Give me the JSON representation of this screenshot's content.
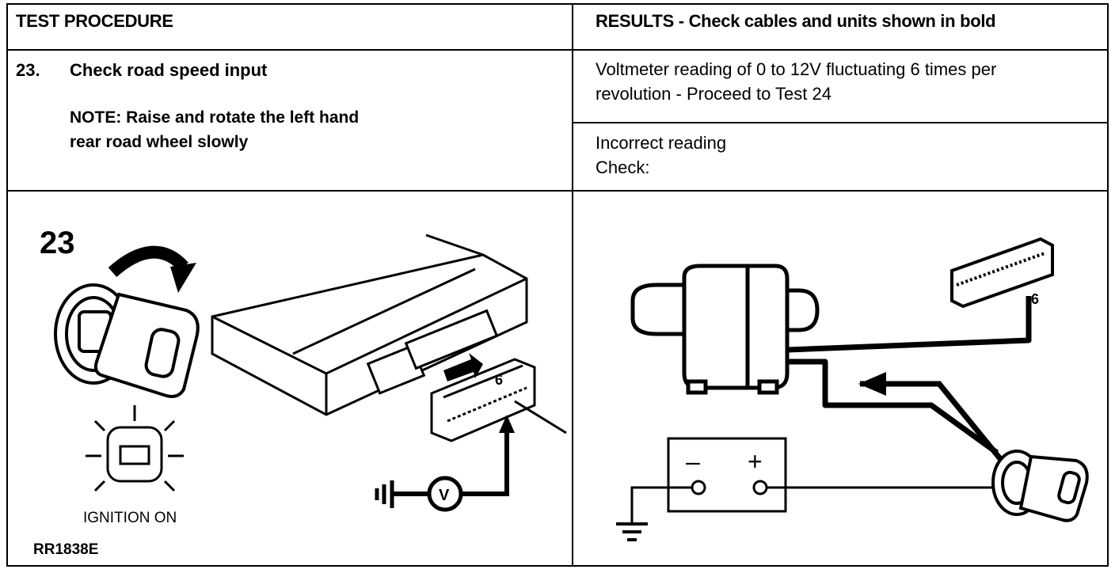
{
  "header": {
    "left": "TEST PROCEDURE",
    "right": "RESULTS - Check cables and units shown in bold"
  },
  "procedure": {
    "number": "23.",
    "title": "Check road speed input",
    "note_line1": "NOTE: Raise and rotate the left hand",
    "note_line2": "rear road wheel slowly"
  },
  "results": {
    "pass_line1": "Voltmeter reading of 0 to 12V fluctuating 6 times per",
    "pass_line2": "revolution - Proceed to Test 24",
    "fail_line1": "Incorrect reading",
    "fail_line2": "Check:"
  },
  "illustration_left": {
    "step_number": "23",
    "ignition_label": "IGNITION ON",
    "figure_ref": "RR1838E",
    "pin_label": "6",
    "meter_label": "V"
  },
  "illustration_right": {
    "pin_label": "6",
    "minus_label": "–",
    "plus_label": "+"
  }
}
